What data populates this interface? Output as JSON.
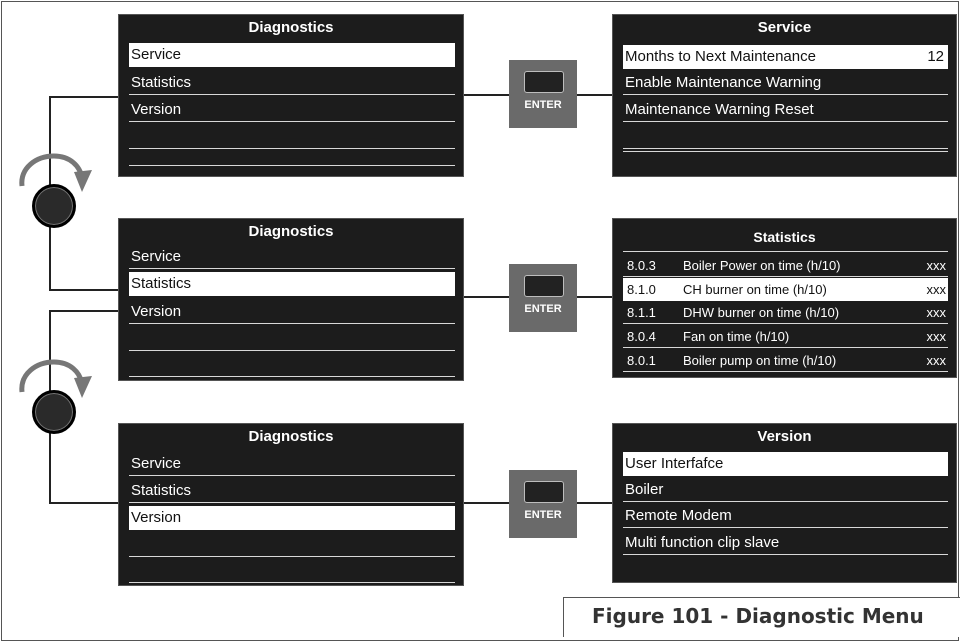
{
  "diagnostics_menu": {
    "title": "Diagnostics",
    "items": [
      "Service",
      "Statistics",
      "Version"
    ]
  },
  "enter_label": "ENTER",
  "service_screen": {
    "title": "Service",
    "items": [
      {
        "label": "Months to Next Maintenance",
        "value": "12"
      },
      {
        "label": "Enable Maintenance Warning",
        "value": ""
      },
      {
        "label": "Maintenance Warning Reset",
        "value": ""
      }
    ]
  },
  "statistics_screen": {
    "title": "Statistics",
    "rows": [
      {
        "code": "8.0.3",
        "label": "Boiler Power on time (h/10)",
        "value": "xxx"
      },
      {
        "code": "8.1.0",
        "label": "CH burner on time (h/10)",
        "value": "xxx"
      },
      {
        "code": "8.1.1",
        "label": "DHW burner on time (h/10)",
        "value": "xxx"
      },
      {
        "code": "8.0.4",
        "label": "Fan on time (h/10)",
        "value": "xxx"
      },
      {
        "code": "8.0.1",
        "label": "Boiler pump on time (h/10)",
        "value": "xxx"
      }
    ]
  },
  "version_screen": {
    "title": "Version",
    "items": [
      "User Interfafce",
      "Boiler",
      "Remote Modem",
      "Multi function clip slave"
    ]
  },
  "caption": "Figure 101 - Diagnostic Menu",
  "colors": {
    "screen": "#1c1c1c",
    "enter_button": "#6a6a6a",
    "text": "#ffffff",
    "selected": "#ffffff"
  }
}
